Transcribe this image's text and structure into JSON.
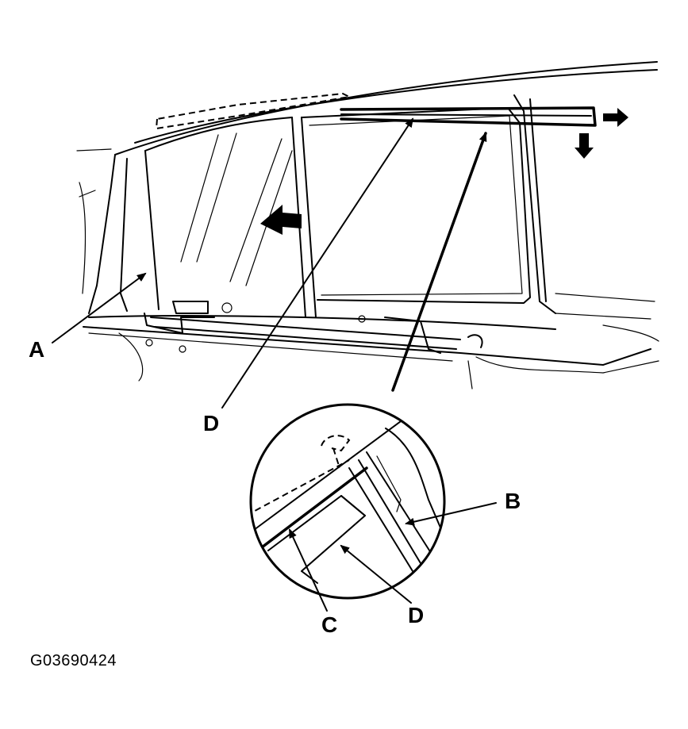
{
  "labels": {
    "a": "A",
    "d_upper": "D",
    "b": "B",
    "c": "C",
    "d_lower": "D"
  },
  "figure_code": "G03690424"
}
